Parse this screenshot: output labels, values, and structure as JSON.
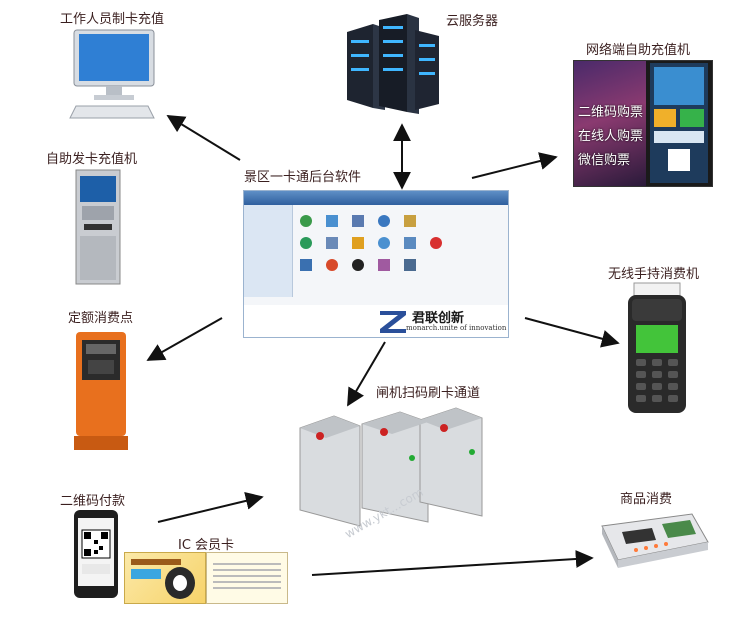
{
  "labels": {
    "staff_recharge": "工作人员制卡充值",
    "cloud_server": "云服务器",
    "online_kiosk": "网络端自助充值机",
    "self_card_kiosk": "自助发卡充值机",
    "backend_software": "景区一卡通后台软件",
    "wireless_pos": "无线手持消费机",
    "fixed_point": "定额消费点",
    "turnstile": "闸机扫码刷卡通道",
    "qr_payment": "二维码付款",
    "ic_card": "IC 会员卡",
    "goods_pos": "商品消费"
  },
  "brand": {
    "name": "君联创新",
    "tagline": "monarch.unite of innovation"
  },
  "kiosk_screen_lines": [
    "二维码购票",
    "在线人购票",
    "微信购票"
  ],
  "watermark": "www.ykt...com",
  "colors": {
    "arrow": "#111111",
    "label": "#3a1f1f",
    "kiosk_orange": "#e8701e",
    "brand_blue": "#2a4f9a"
  }
}
